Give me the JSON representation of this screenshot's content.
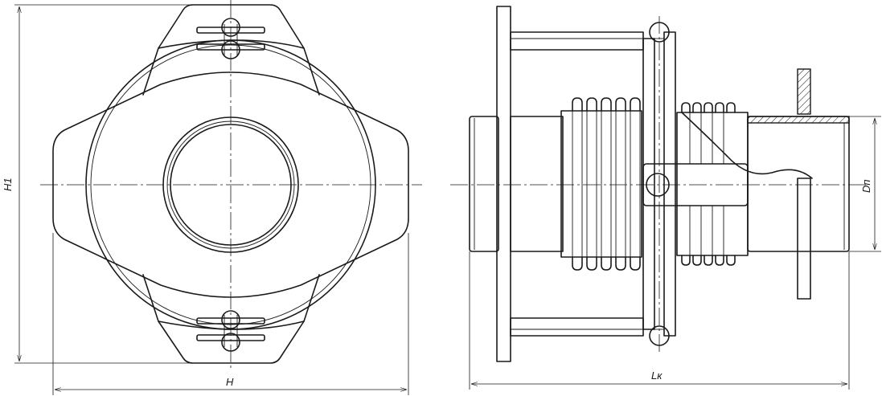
{
  "labels": {
    "h1": "H1",
    "h": "H",
    "lk": "Lк",
    "dn": "Dп"
  },
  "colors": {
    "line": "#1a1a1a",
    "background": "#ffffff"
  }
}
